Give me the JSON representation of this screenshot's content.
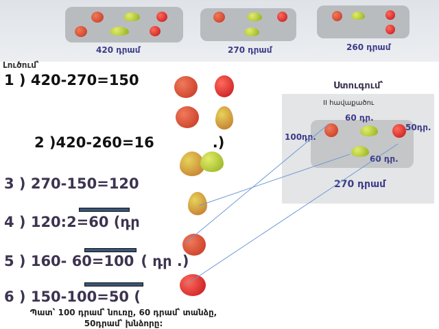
{
  "top": {
    "baskets": [
      {
        "price": "420 դրամ"
      },
      {
        "price": "270 դրամ"
      },
      {
        "price": "260 դրամ"
      }
    ]
  },
  "solution": {
    "heading": "Լուծում՝",
    "lines": [
      "1 ) 420-270=150",
      "2 )420-260=16",
      "3 ) 270-150=120",
      "4 ) 120:2=60 (դր",
      "5 ) 160- 60=100",
      "6 ) 150-100=50 ("
    ],
    "line2_tail": ".)",
    "line5_tail": "( դր .)"
  },
  "check": {
    "heading": "Ստուգում՝",
    "subtitle": "II հավաքածու",
    "pomegranate_price": "100դր.",
    "pear_top_price": "60 դր.",
    "apple_price": "50դր.",
    "pear_bottom_price": "60 դր.",
    "total": "270 դրամ"
  },
  "answer": {
    "line1": "Պատ՝ 100 դրամ՝ նուռը, 60 դրամ՝ տանձը,",
    "line2": "50դրամ՝ խնձորը:"
  },
  "colors": {
    "price_text": "#3b3a8a",
    "equation_text": "#3d3450",
    "arrow": "#5b8fd0"
  }
}
